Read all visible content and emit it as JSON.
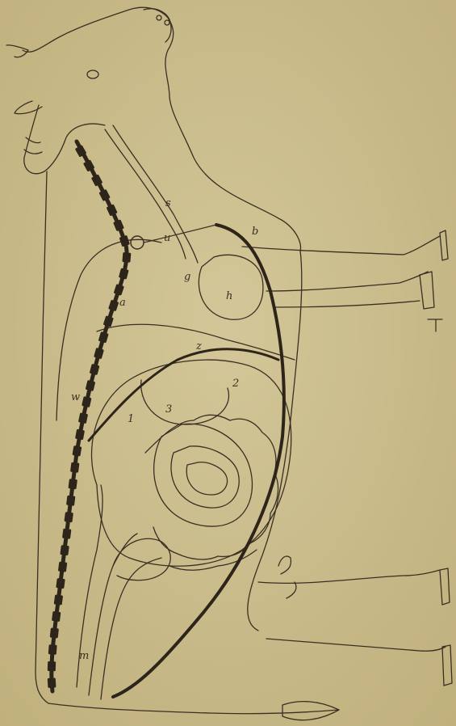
{
  "figure": {
    "labels": {
      "s": "s",
      "u": "u",
      "b": "b",
      "a": "a",
      "g": "g",
      "h": "h",
      "z": "z",
      "two": "2",
      "three": "3",
      "one": "1",
      "m": "m",
      "w": "w"
    },
    "colors": {
      "paper": "#cbbd8c",
      "ink": "#3a2f22",
      "dark_ink": "#2d241a"
    },
    "vertebrae_count": 34
  }
}
